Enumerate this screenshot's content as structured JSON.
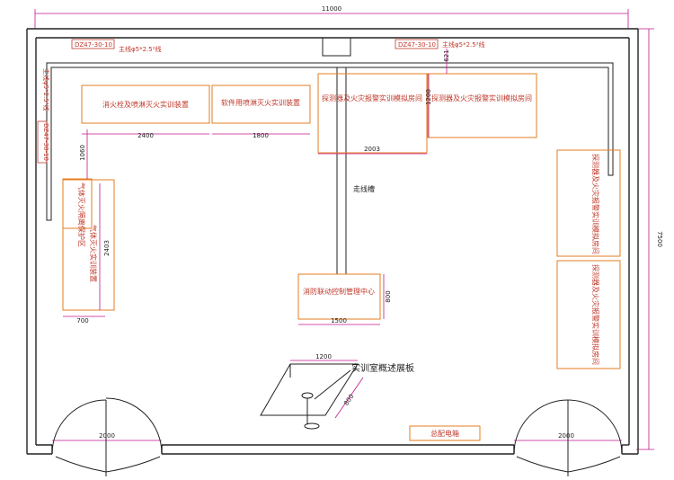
{
  "dimensions": {
    "total_width": "11000",
    "total_height": "7500",
    "door_left_width": "2000",
    "door_right_width": "2000",
    "sprinkler_width": "2400",
    "lift_width": "1800",
    "sim_room_width": "2003",
    "sim_room_height": "1200",
    "gap_small": "621",
    "left_room_depth": "1060",
    "gas_height": "2403",
    "gas_width": "700",
    "control_width": "1500",
    "control_height": "800",
    "board_width": "1200",
    "board_height": "800"
  },
  "annotations": {
    "breaker_top_left": "DZ47-30-10",
    "wire_top_left": "主线φ5*2.5²线",
    "breaker_top_right": "DZ47-30-10",
    "wire_top_right": "主线φ5*2.5²线",
    "breaker_left": "DZ47-30-10",
    "wire_left": "主线φ5*2.5²线",
    "cable_trough": "走线槽"
  },
  "equipment": {
    "sprinkler": "消火栓及喷淋灭火实训装置",
    "lift": "软件用喷淋灭火实训装置",
    "sim_room_1": "探测器及火灾报警实训模拟房间",
    "sim_room_2": "探测器及火灾报警实训模拟房间",
    "gas_small": "气体灭火隔离保护区",
    "gas_large": "气体灭火实训装置",
    "right_room_1": "探测器及火灾报警实训模拟房间",
    "right_room_2": "探测器及火灾报警实训模拟房间",
    "control_center": "消防联动控制管理中心",
    "overview_board": "实训室概述展板",
    "distribution_box": "总配电箱"
  }
}
